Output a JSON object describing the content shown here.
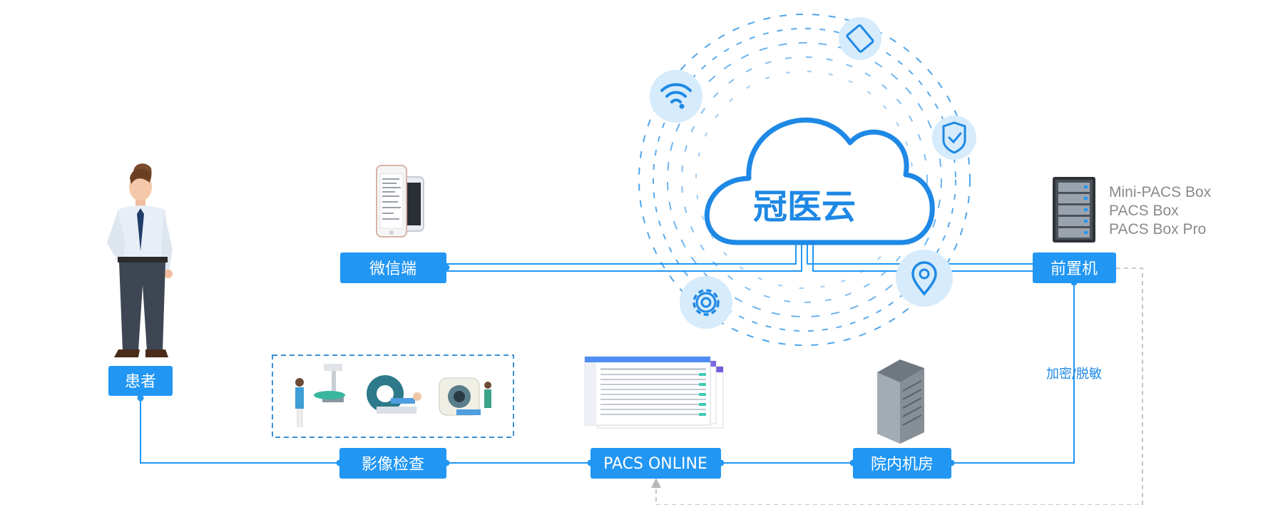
{
  "cloud": {
    "title": "冠医云"
  },
  "nodes": {
    "patient": "患者",
    "wechat": "微信端",
    "front_machine": "前置机",
    "imaging_exam": "影像检查",
    "pacs_online": "PACS ONLINE",
    "hospital_room": "院内机房"
  },
  "box_models": [
    "Mini-PACS Box",
    "PACS Box",
    "PACS Box Pro"
  ],
  "edge_label": "加密/脱敏",
  "icons": [
    "wifi-icon",
    "tablet-icon",
    "shield-check-icon",
    "location-pin-icon",
    "gear-icon"
  ],
  "colors": {
    "accent": "#2196f3",
    "accent_light": "#d6ebfb",
    "text_gray": "#8a8a8a"
  }
}
